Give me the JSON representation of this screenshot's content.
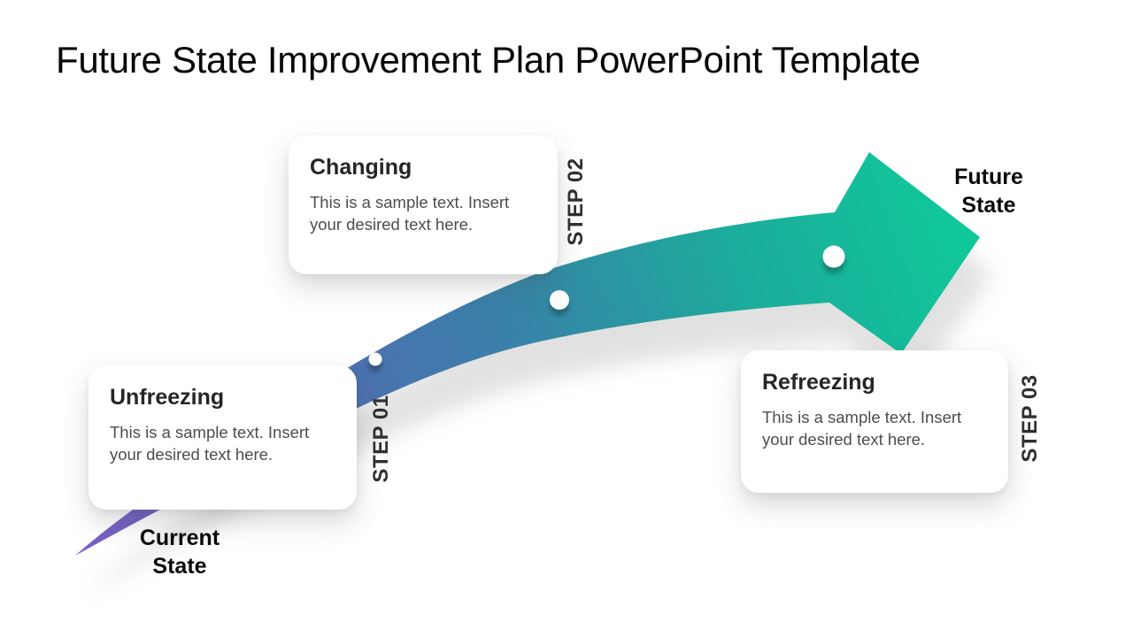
{
  "slide": {
    "title": "Future State Improvement Plan PowerPoint Template"
  },
  "diagram": {
    "start_label": "Current State",
    "end_label": "Future State",
    "steps": [
      {
        "badge": "STEP 01",
        "title": "Unfreezing",
        "body": "This is a sample text. Insert your desired text here."
      },
      {
        "badge": "STEP 02",
        "title": "Changing",
        "body": "This is a sample text. Insert your desired text here."
      },
      {
        "badge": "STEP 03",
        "title": "Refreezing",
        "body": "This is a sample text. Insert your desired text here."
      }
    ],
    "arrow": {
      "gradient": [
        "#7c5dc6",
        "#5866b4",
        "#3a80a9",
        "#1cab9c",
        "#0fc99a"
      ],
      "dot_color": "#ffffff"
    }
  }
}
